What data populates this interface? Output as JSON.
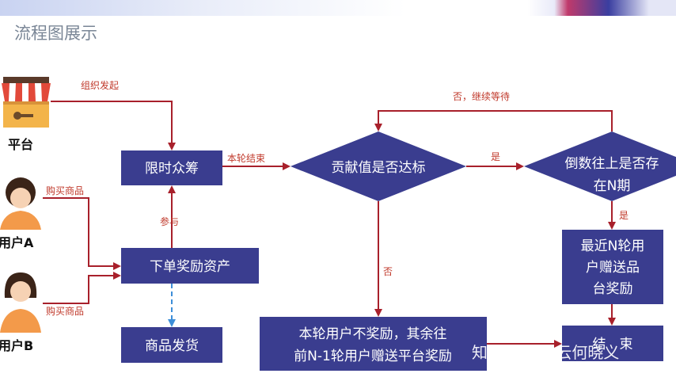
{
  "title": "流程图展示",
  "actors": {
    "platform": "平台",
    "user_a": "用户A",
    "user_b": "用户B"
  },
  "nodes": {
    "crowdfund": "限时众筹",
    "order": "下单奖励资产",
    "ship": "商品发货",
    "diamond1": "贡献值是否达标",
    "diamond2_line1": "倒数往上是否存",
    "diamond2_line2": "在N期",
    "reward_line1": "最近N轮用",
    "reward_line2": "户赠送品",
    "reward_line3": "台奖励",
    "noreward_line1": "本轮用户不奖励，其余往",
    "noreward_line2": "前N-1轮用户赠送平台奖励",
    "end": "结　束"
  },
  "edge_labels": {
    "initiate": "组织发起",
    "buy_a": "购买商品",
    "buy_b": "购买商品",
    "participate": "参与",
    "round_end": "本轮结束",
    "yes1": "是",
    "yes2": "是",
    "no": "否",
    "no_wait": "否，继续等待"
  },
  "watermark": "知乎 @微三云何晓义",
  "colors": {
    "box": "#3a3d8f",
    "arrow": "#a8202b",
    "dashed": "#3d8ed8",
    "label": "#c0392b"
  }
}
